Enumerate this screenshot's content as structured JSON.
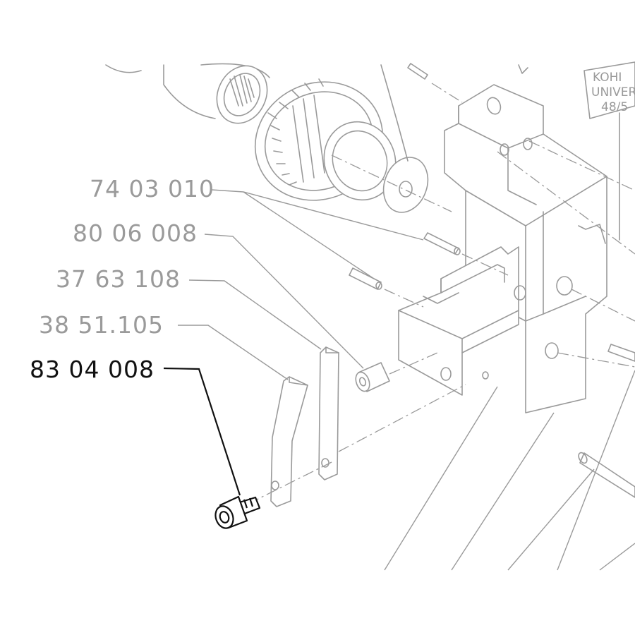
{
  "part_labels": [
    {
      "number": "74 03 010",
      "highlighted": false
    },
    {
      "number": "80 06 008",
      "highlighted": false
    },
    {
      "number": "37 63 108",
      "highlighted": false
    },
    {
      "number": "38 51.105",
      "highlighted": false
    },
    {
      "number": "83 04 008",
      "highlighted": true
    }
  ],
  "nameplate": {
    "line1": "KOHI",
    "line2": "UNIVERS",
    "line3": "48/5"
  },
  "colors": {
    "background": "#ffffff",
    "faint_line": "#9a9a9a",
    "highlight": "#111111"
  }
}
